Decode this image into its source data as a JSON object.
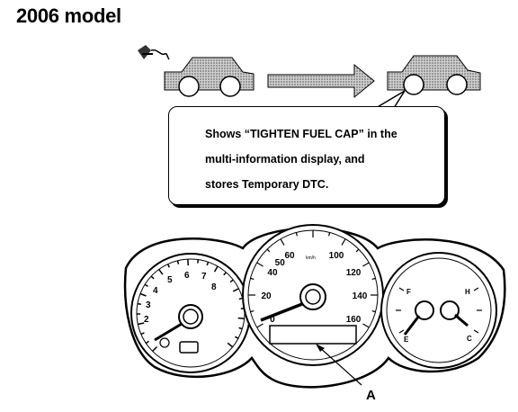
{
  "title": "2006 model",
  "callout": {
    "lines": [
      "Shows “TIGHTEN FUEL CAP” in the",
      "multi-information display, and",
      "stores Temporary DTC."
    ]
  },
  "speedometer": {
    "ticks": [
      "0",
      "20",
      "40",
      "50",
      "60",
      "100",
      "120",
      "140",
      "160"
    ],
    "values": [
      0,
      20,
      40,
      50,
      60,
      100,
      120,
      140,
      160
    ],
    "unit": "km/h"
  },
  "fuel_gauge": {
    "full": "F",
    "empty": "E"
  },
  "temp_gauge": {
    "hot": "H",
    "cold": "C"
  },
  "callout_label": "A",
  "icons": {
    "cap": "fuel-cap-icon",
    "car_left": "car-icon",
    "arrow": "right-arrow-icon",
    "car_right": "car-icon"
  }
}
